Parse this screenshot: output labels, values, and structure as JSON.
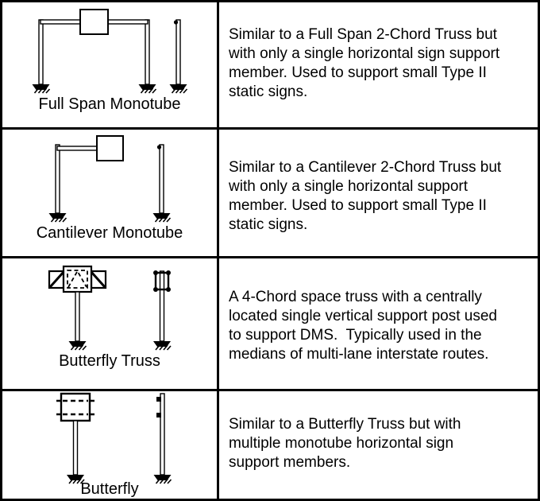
{
  "colors": {
    "border": "#000000",
    "text": "#000000",
    "background": "#ffffff"
  },
  "rows": [
    {
      "caption": "Full Span Monotube",
      "description": "Similar to a Full Span 2-Chord Truss but\nwith only a single horizontal sign support\nmember. Used to support small Type II\nstatic signs."
    },
    {
      "caption": "Cantilever Monotube",
      "description": "Similar to a Cantilever 2-Chord Truss but\nwith only a single horizontal support\nmember. Used to support small Type II\nstatic signs."
    },
    {
      "caption": "Butterfly Truss",
      "description": "A 4-Chord space truss with a centrally\nlocated single vertical support post used\nto support DMS.  Typically used in the\nmedians of multi-lane interstate routes."
    },
    {
      "caption": "Butterfly",
      "description": "Similar to a Butterfly Truss but with\nmultiple monotube horizontal sign\nsupport members."
    }
  ]
}
